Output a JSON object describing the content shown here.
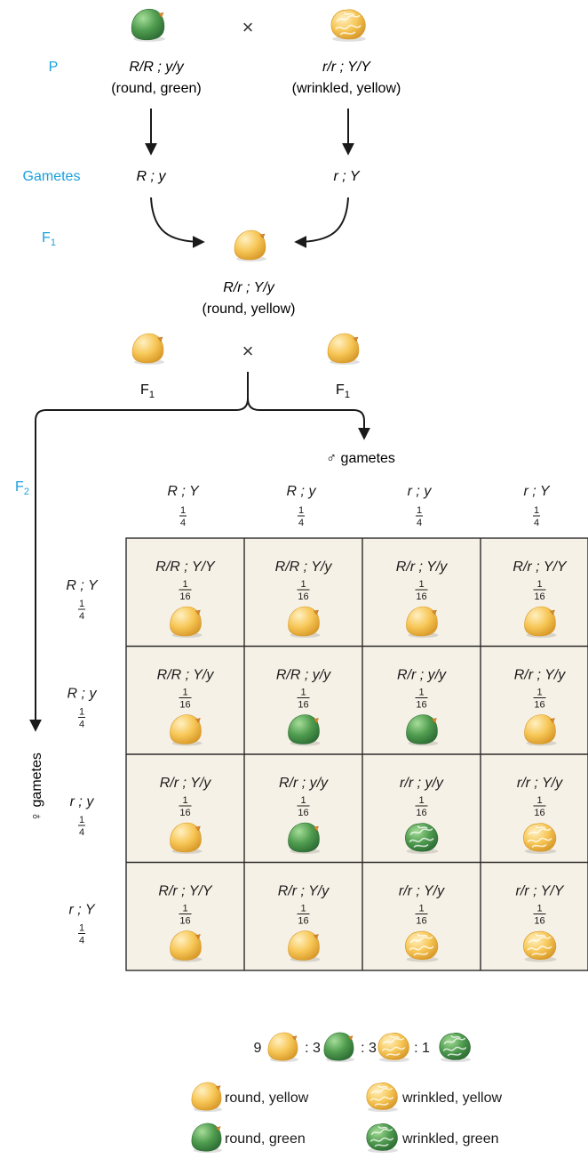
{
  "parental": {
    "label": "P",
    "cross_symbol": "×",
    "left": {
      "genotype": "R/R ; y/y",
      "phenotype": "(round, green)",
      "pea": "round-green"
    },
    "right": {
      "genotype": "r/r ; Y/Y",
      "phenotype": "(wrinkled, yellow)",
      "pea": "wrinkled-yellow"
    }
  },
  "gametes_row": {
    "label": "Gametes",
    "left": "R ; y",
    "right": "r ; Y"
  },
  "f1": {
    "label_base": "F",
    "label_sub": "1",
    "genotype": "R/r ; Y/y",
    "phenotype": "(round, yellow)",
    "pea": "round-yellow"
  },
  "f1_cross": {
    "cross_symbol": "×",
    "left_base": "F",
    "left_sub": "1",
    "right_base": "F",
    "right_sub": "1"
  },
  "f2": {
    "label_base": "F",
    "label_sub": "2",
    "male_gametes_label": "♂ gametes",
    "female_gametes_label": "♀ gametes",
    "columns": [
      {
        "gamete": "R ; Y",
        "frac_num": "1",
        "frac_den": "4"
      },
      {
        "gamete": "R ; y",
        "frac_num": "1",
        "frac_den": "4"
      },
      {
        "gamete": "r ; y",
        "frac_num": "1",
        "frac_den": "4"
      },
      {
        "gamete": "r ; Y",
        "frac_num": "1",
        "frac_den": "4"
      }
    ],
    "rows": [
      {
        "gamete": "R ; Y",
        "frac_num": "1",
        "frac_den": "4"
      },
      {
        "gamete": "R ; y",
        "frac_num": "1",
        "frac_den": "4"
      },
      {
        "gamete": "r ; y",
        "frac_num": "1",
        "frac_den": "4"
      },
      {
        "gamete": "r ; Y",
        "frac_num": "1",
        "frac_den": "4"
      }
    ],
    "cells": [
      [
        {
          "genotype": "R/R ; Y/Y",
          "frac_num": "1",
          "frac_den": "16",
          "pea": "round-yellow"
        },
        {
          "genotype": "R/R ; Y/y",
          "frac_num": "1",
          "frac_den": "16",
          "pea": "round-yellow"
        },
        {
          "genotype": "R/r ; Y/y",
          "frac_num": "1",
          "frac_den": "16",
          "pea": "round-yellow"
        },
        {
          "genotype": "R/r ; Y/Y",
          "frac_num": "1",
          "frac_den": "16",
          "pea": "round-yellow"
        }
      ],
      [
        {
          "genotype": "R/R ; Y/y",
          "frac_num": "1",
          "frac_den": "16",
          "pea": "round-yellow"
        },
        {
          "genotype": "R/R ; y/y",
          "frac_num": "1",
          "frac_den": "16",
          "pea": "round-green"
        },
        {
          "genotype": "R/r ; y/y",
          "frac_num": "1",
          "frac_den": "16",
          "pea": "round-green"
        },
        {
          "genotype": "R/r ; Y/y",
          "frac_num": "1",
          "frac_den": "16",
          "pea": "round-yellow"
        }
      ],
      [
        {
          "genotype": "R/r ; Y/y",
          "frac_num": "1",
          "frac_den": "16",
          "pea": "round-yellow"
        },
        {
          "genotype": "R/r ; y/y",
          "frac_num": "1",
          "frac_den": "16",
          "pea": "round-green"
        },
        {
          "genotype": "r/r ; y/y",
          "frac_num": "1",
          "frac_den": "16",
          "pea": "wrinkled-green"
        },
        {
          "genotype": "r/r ; Y/y",
          "frac_num": "1",
          "frac_den": "16",
          "pea": "wrinkled-yellow"
        }
      ],
      [
        {
          "genotype": "R/r ; Y/Y",
          "frac_num": "1",
          "frac_den": "16",
          "pea": "round-yellow"
        },
        {
          "genotype": "R/r ; Y/y",
          "frac_num": "1",
          "frac_den": "16",
          "pea": "round-yellow"
        },
        {
          "genotype": "r/r ; Y/y",
          "frac_num": "1",
          "frac_den": "16",
          "pea": "wrinkled-yellow"
        },
        {
          "genotype": "r/r ; Y/Y",
          "frac_num": "1",
          "frac_den": "16",
          "pea": "wrinkled-yellow"
        }
      ]
    ]
  },
  "ratio": {
    "items": [
      {
        "count": "9",
        "pea": "round-yellow"
      },
      {
        "count": "3",
        "pea": "round-green"
      },
      {
        "count": "3",
        "pea": "wrinkled-yellow"
      },
      {
        "count": "1",
        "pea": "wrinkled-green"
      }
    ]
  },
  "legend": {
    "items": [
      {
        "label": "round, yellow",
        "pea": "round-yellow"
      },
      {
        "label": "wrinkled, yellow",
        "pea": "wrinkled-yellow"
      },
      {
        "label": "round, green",
        "pea": "round-green"
      },
      {
        "label": "wrinkled, green",
        "pea": "wrinkled-green"
      }
    ]
  },
  "colors": {
    "label_blue": "#1aa0dc",
    "grid_fill": "#f6f1e6",
    "grid_line": "#2b2b2b",
    "arrow": "#1a1a1a",
    "yellow_pea": "#f7c757",
    "yellow_pea_light": "#fde6a4",
    "yellow_pea_dark": "#d89a2a",
    "green_pea": "#4f9c4f",
    "green_pea_light": "#8fcd84",
    "green_pea_dark": "#2f6e35",
    "wrinkle_line": "#ffffff"
  }
}
